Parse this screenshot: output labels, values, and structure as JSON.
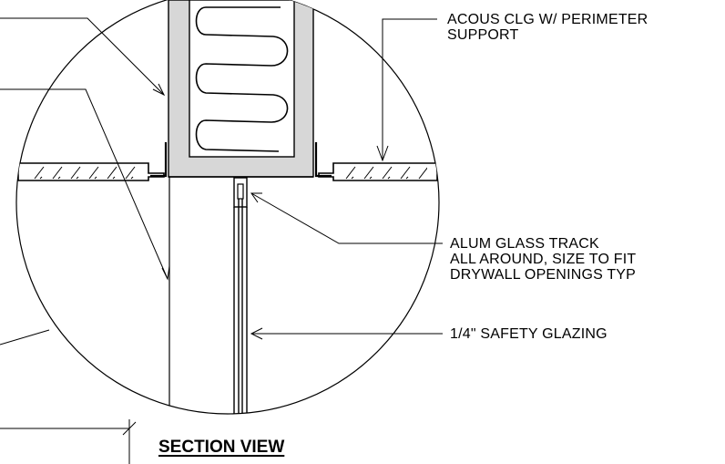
{
  "drawing": {
    "title": "SECTION VIEW",
    "notes": {
      "ceiling": [
        "ACOUS CLG W/ PERIMETER",
        "SUPPORT"
      ],
      "track": [
        "ALUM GLASS TRACK",
        "ALL AROUND, SIZE TO FIT",
        "DRYWALL OPENINGS TYP"
      ],
      "glazing": [
        "1/4\" SAFETY GLAZING"
      ]
    }
  }
}
